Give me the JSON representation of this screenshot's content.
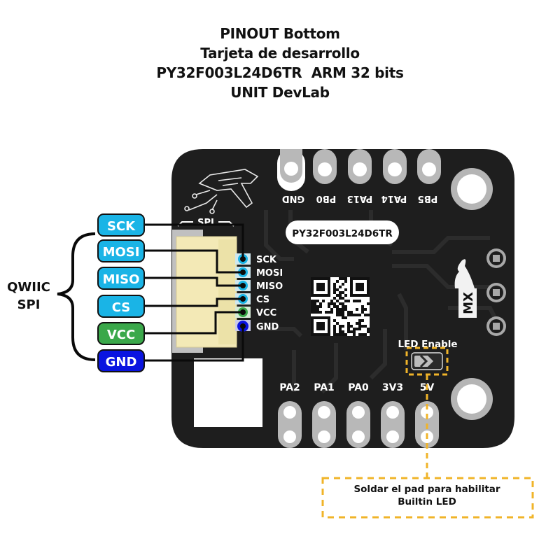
{
  "title": {
    "lines": [
      "PINOUT Bottom",
      "Tarjeta de desarrollo",
      "PY32F003L24D6TR  ARM 32 bits",
      "UNIT DevLab"
    ]
  },
  "qwiic_group": {
    "label_line1": "QWIIC",
    "label_line2": "SPI"
  },
  "badges": [
    {
      "label": "SCK",
      "color": "#1ab4e6"
    },
    {
      "label": "MOSI",
      "color": "#1ab4e6"
    },
    {
      "label": "MISO",
      "color": "#1ab4e6"
    },
    {
      "label": "CS",
      "color": "#1ab4e6"
    },
    {
      "label": "VCC",
      "color": "#3aa84a"
    },
    {
      "label": "GND",
      "color": "#0a14e0"
    }
  ],
  "board": {
    "chip_label": "PY32F003L24D6TR",
    "connector_title": "SPI",
    "connector_pins": [
      "SCK",
      "MOSI",
      "MISO",
      "CS",
      "VCC",
      "GND"
    ],
    "top_pins": [
      "GND",
      "PB0",
      "PA13",
      "PA14",
      "PB5"
    ],
    "bottom_pins": [
      "PA2",
      "PA1",
      "PA0",
      "3V3",
      "5V"
    ],
    "logo_text": "MX",
    "led_enable_label": "LED Enable",
    "pcb_color": "#1e1e1e",
    "accent_color": "#f0b429"
  },
  "note": {
    "line1": "Soldar el pad para habilitar",
    "line2": "Builtin LED"
  }
}
